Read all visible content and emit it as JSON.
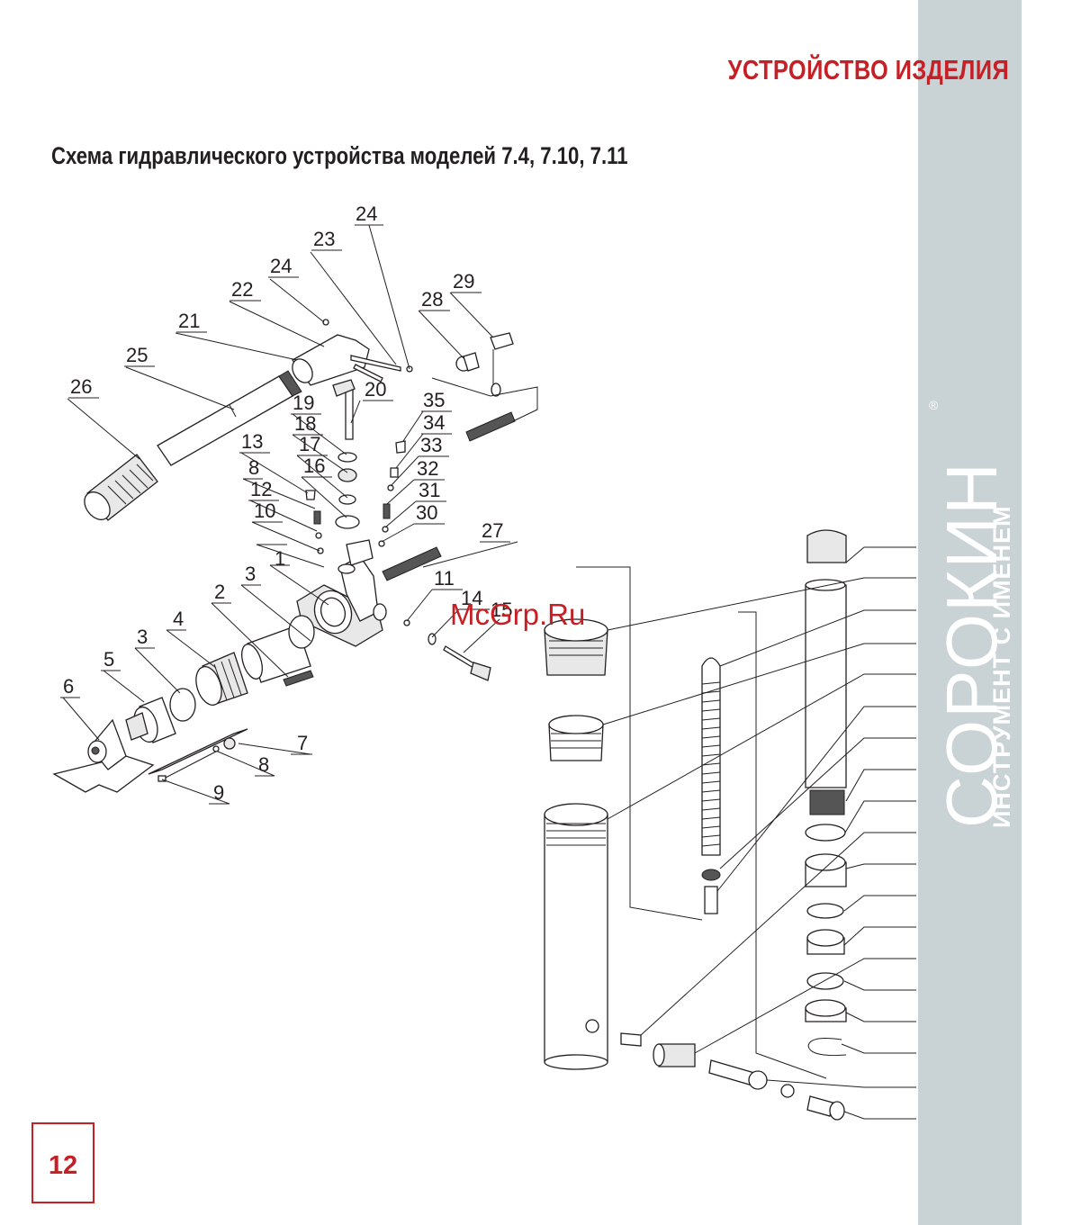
{
  "header": {
    "section_title": "УСТРОЙСТВО ИЗДЕЛИЯ"
  },
  "figure": {
    "heading": "Схема гидравлического устройства моделей 7.4, 7.10, 7.11"
  },
  "brand": {
    "name": "СОРОКИН",
    "tagline": "ИНСТРУМЕНТ С ИМЕНЕМ",
    "registered": "®"
  },
  "watermark": "McGrp.Ru",
  "page_number": "12",
  "callouts": [
    {
      "id": "c1",
      "text": "1"
    },
    {
      "id": "c2",
      "text": "2"
    },
    {
      "id": "c3a",
      "text": "3"
    },
    {
      "id": "c3b",
      "text": "3"
    },
    {
      "id": "c4",
      "text": "4"
    },
    {
      "id": "c5",
      "text": "5"
    },
    {
      "id": "c6",
      "text": "6"
    },
    {
      "id": "c7",
      "text": "7"
    },
    {
      "id": "c8a",
      "text": "8"
    },
    {
      "id": "c8b",
      "text": "8"
    },
    {
      "id": "c9",
      "text": "9"
    },
    {
      "id": "c10",
      "text": "10"
    },
    {
      "id": "c11",
      "text": "11"
    },
    {
      "id": "c12",
      "text": "12"
    },
    {
      "id": "c13",
      "text": "13"
    },
    {
      "id": "c14",
      "text": "14"
    },
    {
      "id": "c15",
      "text": "15"
    },
    {
      "id": "c16",
      "text": "16"
    },
    {
      "id": "c17",
      "text": "17"
    },
    {
      "id": "c18",
      "text": "18"
    },
    {
      "id": "c19",
      "text": "19"
    },
    {
      "id": "c20",
      "text": "20"
    },
    {
      "id": "c21",
      "text": "21"
    },
    {
      "id": "c22",
      "text": "22"
    },
    {
      "id": "c23",
      "text": "23"
    },
    {
      "id": "c24a",
      "text": "24"
    },
    {
      "id": "c24b",
      "text": "24"
    },
    {
      "id": "c25",
      "text": "25"
    },
    {
      "id": "c26",
      "text": "26"
    },
    {
      "id": "c27",
      "text": "27"
    },
    {
      "id": "c28",
      "text": "28"
    },
    {
      "id": "c29",
      "text": "29"
    },
    {
      "id": "c30",
      "text": "30"
    },
    {
      "id": "c31",
      "text": "31"
    },
    {
      "id": "c32",
      "text": "32"
    },
    {
      "id": "c33",
      "text": "33"
    },
    {
      "id": "c34",
      "text": "34"
    },
    {
      "id": "c35",
      "text": "35"
    }
  ]
}
